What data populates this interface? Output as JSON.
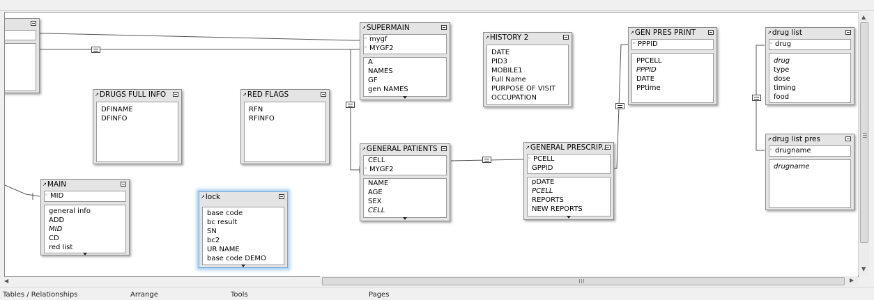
{
  "tables": {
    "unnamed": {
      "keys": [
        ""
      ],
      "fields": [
        ""
      ]
    },
    "supermain": {
      "title": "SUPERMAIN",
      "keys": [
        "mygf",
        "MYGF2"
      ],
      "fields": [
        "A",
        "NAMES",
        "GF",
        "gen NAMES"
      ]
    },
    "history2": {
      "title": "HISTORY 2",
      "fields": [
        "DATE",
        "PID3",
        "MOBILE1",
        "Full Name",
        "PURPOSE OF VISIT",
        "OCCUPATION"
      ]
    },
    "gen_pres_print": {
      "title": "GEN PRES PRINT",
      "keys": [
        "PPPID"
      ],
      "fields": [
        "PPCELL",
        "PPPID",
        "DATE",
        "PPtime"
      ]
    },
    "drug_list": {
      "title": "drug list",
      "keys": [
        "drug"
      ],
      "fields": [
        "drug",
        "type",
        "dose",
        "timing",
        "food"
      ]
    },
    "drugs_full_info": {
      "title": "DRUGS FULL INFO",
      "fields": [
        "DFINAME",
        "DFINFO"
      ]
    },
    "red_flags": {
      "title": "RED FLAGS",
      "fields": [
        "RFN",
        "RFINFO"
      ]
    },
    "general_patients": {
      "title": "GENERAL PATIENTS",
      "keys": [
        "CELL",
        "MYGF2"
      ],
      "fields": [
        "NAME",
        "AGE",
        "SEX",
        "CELL"
      ]
    },
    "general_prescrip": {
      "title": "GENERAL PRESCRIP...",
      "keys": [
        "PCELL",
        "GPPID"
      ],
      "fields": [
        "pDATE",
        "PCELL",
        "REPORTS",
        "NEW REPORTS"
      ]
    },
    "drug_list_pres": {
      "title": "drug list pres",
      "keys": [
        "drugname"
      ],
      "fields": [
        "drugname"
      ]
    },
    "main": {
      "title": "MAIN",
      "keys": [
        "MID"
      ],
      "fields": [
        "general info",
        "ADD",
        "MID",
        "CD",
        "red list"
      ]
    },
    "lock": {
      "title": "lock",
      "fields": [
        "base code",
        "bc result",
        "SN",
        "bc2",
        "UR NAME",
        "base code DEMO"
      ]
    }
  },
  "italic_fields": [
    "drug",
    "PPPID",
    "CELL",
    "PCELL",
    "MID",
    "drugname"
  ],
  "tabs": [
    "Tables / Relationships",
    "Arrange",
    "Tools",
    "Pages"
  ],
  "scrollbars": {
    "horizontal_grip": "III",
    "vertical_grip": "≡"
  },
  "colors": {
    "canvas": "#ffffff",
    "table_bg": "#e4e4e4",
    "selection": "#7eb4ea",
    "line": "#555555"
  }
}
